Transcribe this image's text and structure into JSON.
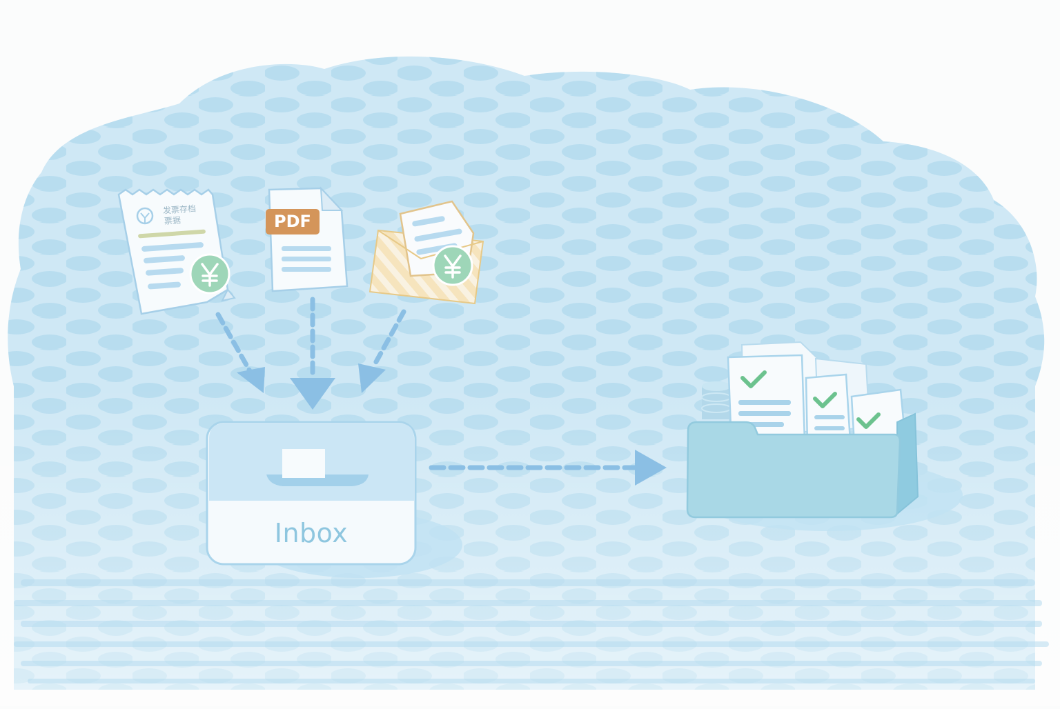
{
  "inbox": {
    "label": "Inbox"
  },
  "pdf_document": {
    "badge": "PDF"
  },
  "receipt": {
    "header_line_1": "发票存档",
    "header_line_2": "票据"
  },
  "colors": {
    "cloud": "#bfe0f2",
    "cloud_dark": "#a9d3ea",
    "arrow": "#8bbfe4",
    "yen_badge": "#8fd1b0",
    "check": "#6cc28e",
    "pdf_badge": "#d4955a",
    "envelope": "#f3d8a2",
    "folder": "#a9d8e6"
  },
  "icons": [
    "receipt-icon",
    "pdf-document-icon",
    "envelope-icon",
    "yen-icon",
    "inbox-tray-icon",
    "folder-archive-icon",
    "checkmark-icon",
    "database-stack-icon"
  ]
}
